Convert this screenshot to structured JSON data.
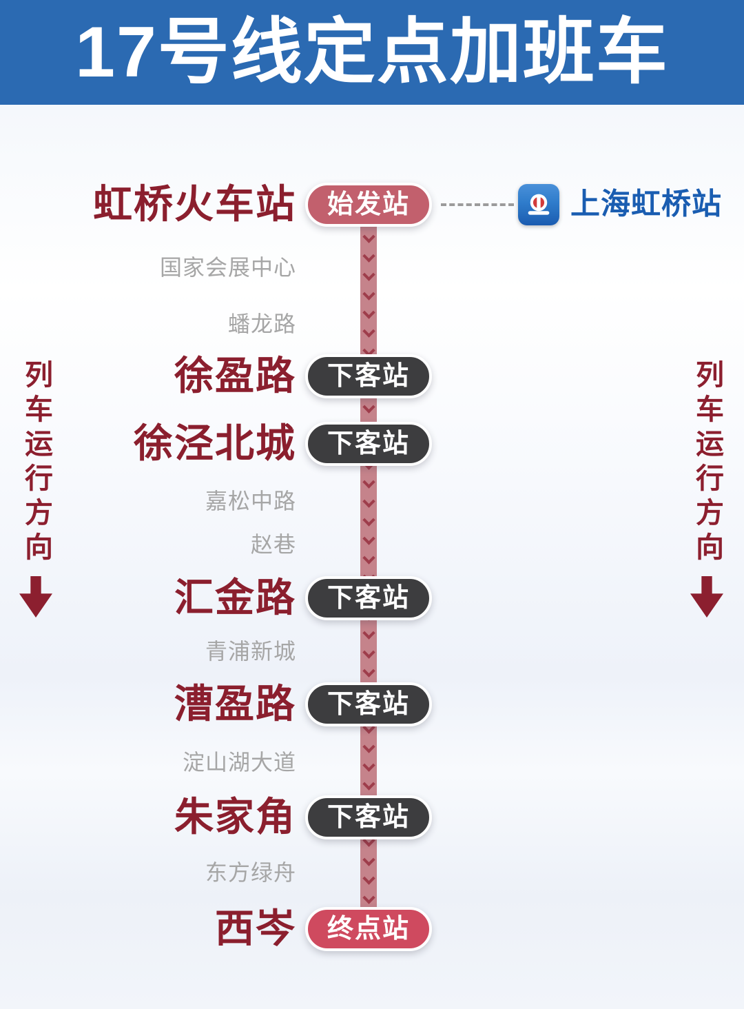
{
  "header": {
    "title": "17号线定点加班车"
  },
  "direction": {
    "label": "列车运行方向"
  },
  "railway_link": {
    "label": "上海虹桥站",
    "icon": "china-railway-logo"
  },
  "icons": {
    "direction_arrow": "down-arrow",
    "route_flow": "chevron-down",
    "railway_logo": "china-railway-logo"
  },
  "badges": {
    "origin": "始发站",
    "dropoff": "下客站",
    "terminal": "终点站"
  },
  "route": {
    "stations": [
      {
        "name": "虹桥火车站",
        "type": "major",
        "badge": "始发站",
        "badge_style": "origin"
      },
      {
        "name": "国家会展中心",
        "type": "minor"
      },
      {
        "name": "蟠龙路",
        "type": "minor"
      },
      {
        "name": "徐盈路",
        "type": "major",
        "badge": "下客站",
        "badge_style": "dropoff"
      },
      {
        "name": "徐泾北城",
        "type": "major",
        "badge": "下客站",
        "badge_style": "dropoff"
      },
      {
        "name": "嘉松中路",
        "type": "minor"
      },
      {
        "name": "赵巷",
        "type": "minor"
      },
      {
        "name": "汇金路",
        "type": "major",
        "badge": "下客站",
        "badge_style": "dropoff"
      },
      {
        "name": "青浦新城",
        "type": "minor"
      },
      {
        "name": "漕盈路",
        "type": "major",
        "badge": "下客站",
        "badge_style": "dropoff"
      },
      {
        "name": "淀山湖大道",
        "type": "minor"
      },
      {
        "name": "朱家角",
        "type": "major",
        "badge": "下客站",
        "badge_style": "dropoff"
      },
      {
        "name": "东方绿舟",
        "type": "minor"
      },
      {
        "name": "西岑",
        "type": "major",
        "badge": "终点站",
        "badge_style": "terminal"
      }
    ]
  },
  "colors": {
    "header_bg": "#2b6ab2",
    "major_station_text": "#8b1f2e",
    "minor_station_text": "#a6a6a6",
    "route_line": "#c5838b",
    "chevron": "#9e3d4b",
    "badge_origin_bg": "#c2606d",
    "badge_dropoff_bg": "#3d3d3f",
    "badge_terminal_bg": "#cf4a5f",
    "direction_text": "#8c1f2f",
    "railway_text": "#1a5db1",
    "railway_logo_bg": "#2f7ccb"
  }
}
